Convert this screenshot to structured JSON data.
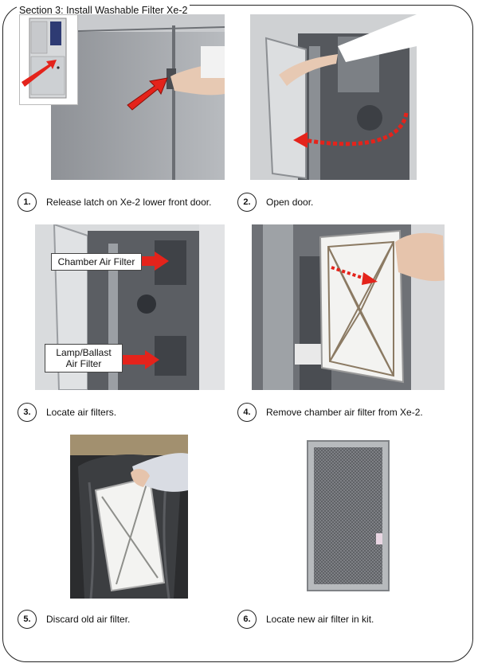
{
  "section_title": "Section 3: Install Washable Filter Xe-2",
  "steps": [
    {
      "number": "1.",
      "text": "Release latch on Xe-2 lower front door."
    },
    {
      "number": "2.",
      "text": "Open door."
    },
    {
      "number": "3.",
      "text": "Locate air filters."
    },
    {
      "number": "4.",
      "text": "Remove chamber air filter from Xe-2."
    },
    {
      "number": "5.",
      "text": "Discard old air filter."
    },
    {
      "number": "6.",
      "text": "Locate new air filter in kit."
    }
  ],
  "callouts": {
    "chamber": "Chamber Air Filter",
    "lamp_line1": "Lamp/Ballast",
    "lamp_line2": "Air Filter"
  },
  "colors": {
    "arrow": "#e4231b",
    "frame": "#222222"
  }
}
